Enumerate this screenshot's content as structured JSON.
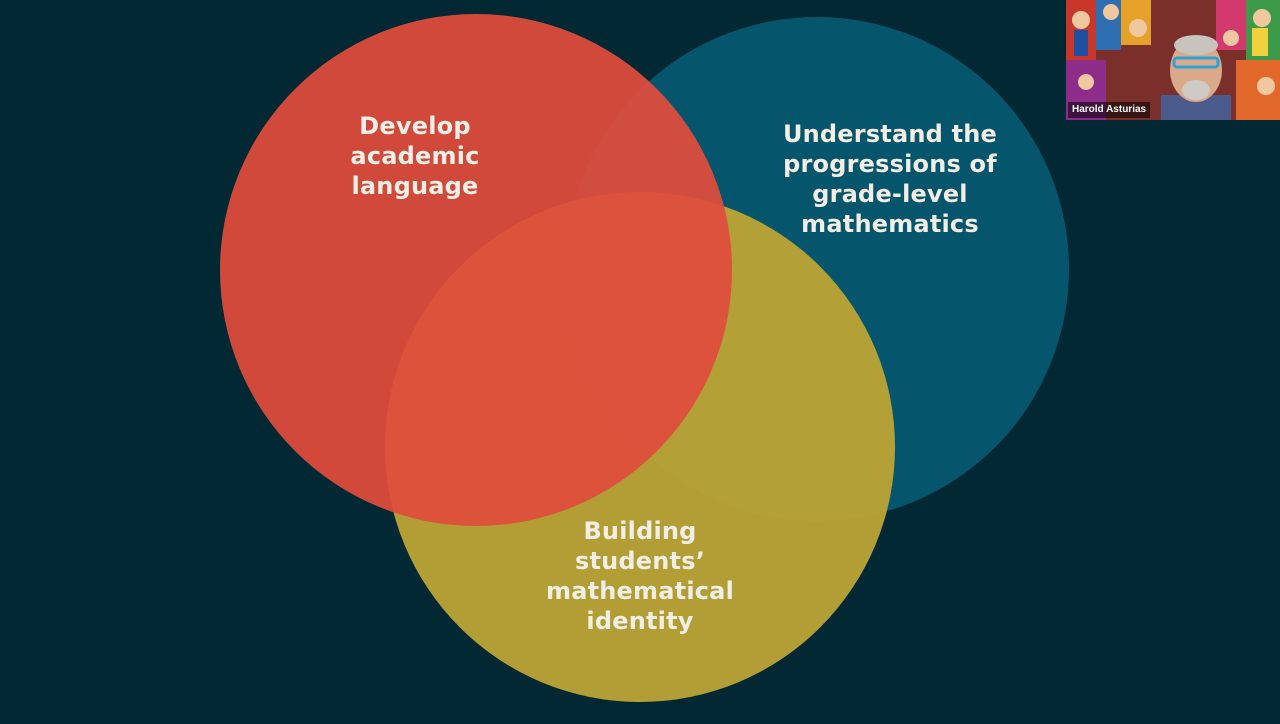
{
  "venn": {
    "circles": [
      {
        "id": "red",
        "lines": [
          "Develop",
          "academic",
          "language"
        ],
        "color": "#e04c3c"
      },
      {
        "id": "blue",
        "lines": [
          "Understand the",
          "progressions of",
          "grade-level",
          "mathematics"
        ],
        "color": "#05566c"
      },
      {
        "id": "yellow",
        "lines": [
          "Building",
          "students’",
          "mathematical",
          "identity"
        ],
        "color": "#b9a236"
      }
    ],
    "background": "#022833"
  },
  "video": {
    "participant_name": "Harold Asturias"
  }
}
